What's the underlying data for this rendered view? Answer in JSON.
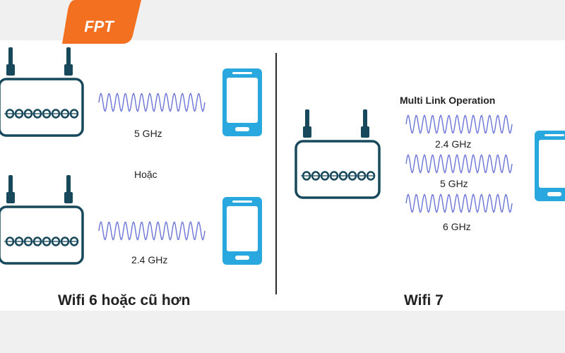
{
  "logo": {
    "text": "FPT",
    "bg_color": "#f37021"
  },
  "colors": {
    "router_outline": "#17485b",
    "phone_fill": "#29a8e0",
    "wave_stroke": "#6a75d6"
  },
  "left_panel": {
    "top_band": "5 GHz",
    "or_text": "Hoặc",
    "bottom_band": "2.4 GHz",
    "caption": "Wifi 6 hoặc cũ hơn"
  },
  "right_panel": {
    "title": "Multi Link Operation",
    "bands": [
      "2.4 GHz",
      "5 GHz",
      "6 GHz"
    ],
    "caption": "Wifi 7"
  }
}
